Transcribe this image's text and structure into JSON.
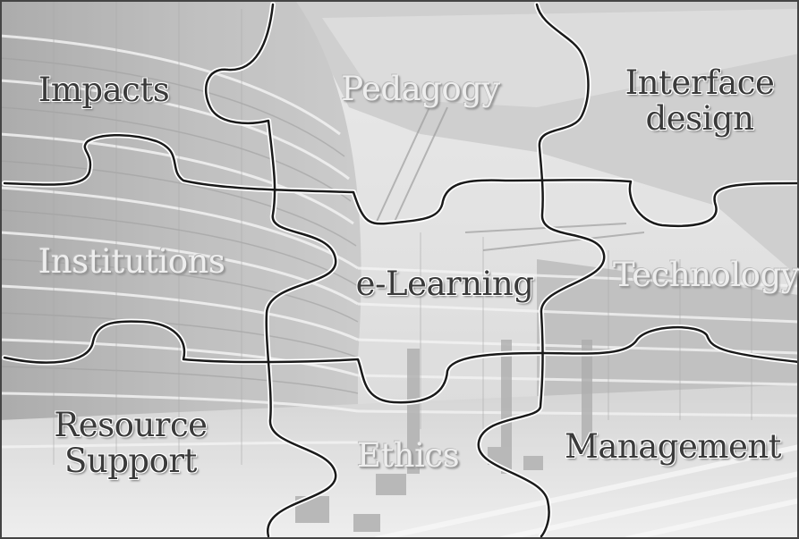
{
  "puzzle": {
    "pieces": [
      {
        "id": "impacts",
        "lines": [
          "Impacts"
        ],
        "tone": "dark"
      },
      {
        "id": "pedagogy",
        "lines": [
          "Pedagogy"
        ],
        "tone": "light"
      },
      {
        "id": "interface-design",
        "lines": [
          "Interface",
          "design"
        ],
        "tone": "dark"
      },
      {
        "id": "institutions",
        "lines": [
          "Institutions"
        ],
        "tone": "light"
      },
      {
        "id": "e-learning",
        "lines": [
          "e-Learning"
        ],
        "tone": "dark"
      },
      {
        "id": "technology",
        "lines": [
          "Technology"
        ],
        "tone": "light"
      },
      {
        "id": "resource-support",
        "lines": [
          "Resource",
          "Support"
        ],
        "tone": "dark"
      },
      {
        "id": "ethics",
        "lines": [
          "Ethics"
        ],
        "tone": "light"
      },
      {
        "id": "management",
        "lines": [
          "Management"
        ],
        "tone": "dark"
      }
    ]
  }
}
